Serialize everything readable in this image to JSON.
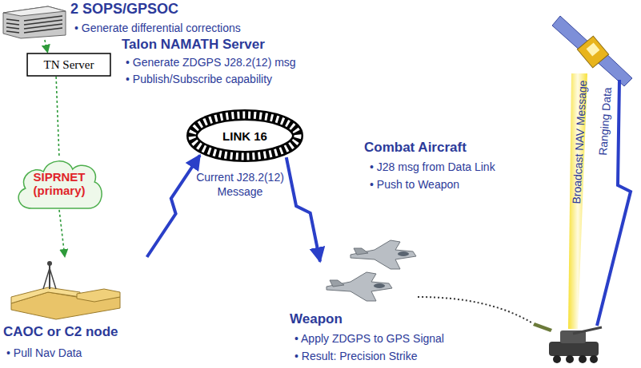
{
  "diagram": {
    "nodes": [
      {
        "text": [
          "2 SOPS/GPSOC",
          "• Generate differential corrections"
        ]
      },
      {
        "text": [
          "TN Server"
        ]
      },
      {
        "text": [
          "SIPRNET (primary)"
        ]
      },
      {
        "text": [
          "CAOC or C2 node",
          "• Pull Nav Data"
        ]
      },
      {
        "text": [
          "LINK 16"
        ]
      },
      {
        "text": [
          "Combat Aircraft",
          "• J28 msg from Data Link",
          "• Push to Weapon"
        ]
      }
    ],
    "edges": [
      {
        "from": 0,
        "to": 1,
        "arrow": "to"
      },
      {
        "from": 1,
        "to": 2,
        "arrow": "none"
      },
      {
        "from": 2,
        "to": 3,
        "arrow": "to"
      },
      {
        "from": 3,
        "to": 4,
        "arrow": "to"
      },
      {
        "from": 4,
        "to": 5,
        "arrow": "to"
      }
    ],
    "labels": [
      "Talon NAMATH Server",
      "• Generate ZDGPS J28.2(12) msg",
      "• Publish/Subscribe capability",
      "Current J28.2(12) Message",
      "Weapon",
      "• Apply ZDGPS to GPS Signal",
      "• Result: Precision Strike",
      "Broadcast NAV Message",
      "Ranging Data"
    ]
  }
}
